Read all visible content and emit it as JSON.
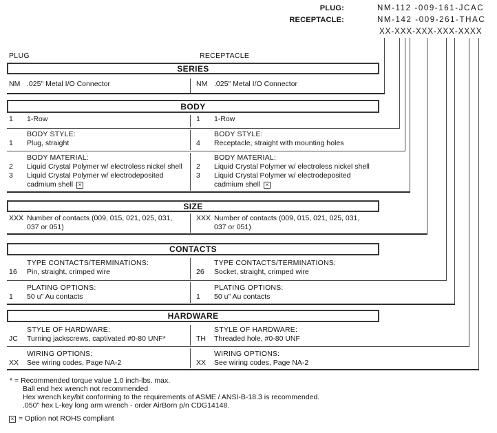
{
  "header": {
    "plug_label": "PLUG:",
    "plug_part_number": "NM-112 -009-161-JCAC",
    "receptacle_label": "RECEPTACLE:",
    "receptacle_part_number": "NM-142 -009-261-THAC",
    "code_mask": "XX-XXX-XXX-XXX-XXXX"
  },
  "columns": {
    "left_header": "PLUG",
    "right_header": "RECEPTACLE"
  },
  "sections": {
    "series": {
      "title": "SERIES",
      "plug": {
        "code": "NM",
        "desc": ".025\" Metal I/O Connector"
      },
      "receptacle": {
        "code": "NM",
        "desc": ".025\" Metal I/O Connector"
      }
    },
    "body": {
      "title": "BODY",
      "row1": {
        "plug": {
          "code": "1",
          "desc": "1-Row"
        },
        "receptacle": {
          "code": "1",
          "desc": "1-Row"
        }
      },
      "style": {
        "label": "BODY STYLE:",
        "plug": {
          "code": "1",
          "desc": "Plug, straight"
        },
        "receptacle": {
          "code": "4",
          "desc": "Receptacle, straight with mounting holes"
        }
      },
      "material": {
        "label": "BODY MATERIAL:",
        "plug_options": [
          {
            "code": "2",
            "desc": "Liquid Crystal Polymer w/ electroless nickel shell"
          },
          {
            "code": "3",
            "desc_line1": "Liquid Crystal Polymer w/ electrodeposited",
            "desc_line2": "cadmium shell",
            "non_rohs": true
          }
        ],
        "receptacle_options": [
          {
            "code": "2",
            "desc": "Liquid Crystal Polymer w/ electroless nickel shell"
          },
          {
            "code": "3",
            "desc_line1": "Liquid Crystal Polymer w/ electrodeposited",
            "desc_line2": "cadmium shell",
            "non_rohs": true
          }
        ]
      }
    },
    "size": {
      "title": "SIZE",
      "plug": {
        "code": "XXX",
        "desc_line1": "Number of contacts (009, 015, 021, 025, 031,",
        "desc_line2": "037 or 051)"
      },
      "receptacle": {
        "code": "XXX",
        "desc_line1": "Number of contacts (009, 015, 021, 025, 031,",
        "desc_line2": "037 or 051)"
      }
    },
    "contacts": {
      "title": "CONTACTS",
      "type": {
        "label": "TYPE CONTACTS/TERMINATIONS:",
        "plug": {
          "code": "16",
          "desc": "Pin, straight, crimped wire"
        },
        "receptacle": {
          "code": "26",
          "desc": "Socket, straight, crimped wire"
        }
      },
      "plating": {
        "label": "PLATING OPTIONS:",
        "plug": {
          "code": "1",
          "desc": "50 u\" Au contacts"
        },
        "receptacle": {
          "code": "1",
          "desc": "50 u\" Au contacts"
        }
      }
    },
    "hardware": {
      "title": "HARDWARE",
      "style": {
        "label": "STYLE OF HARDWARE:",
        "plug": {
          "code": "JC",
          "desc": "Turning jackscrews, captivated #0-80 UNF*"
        },
        "receptacle": {
          "code": "TH",
          "desc": "Threaded hole, #0-80 UNF"
        }
      },
      "wiring": {
        "label": "WIRING OPTIONS:",
        "plug": {
          "code": "XX",
          "desc": "See wiring codes, Page NA-2"
        },
        "receptacle": {
          "code": "XX",
          "desc": "See wiring codes, Page NA-2"
        }
      }
    }
  },
  "footnotes": {
    "asterisk_prefix": "* =",
    "torque": "Recommended torque value 1.0 inch-lbs. max.",
    "ball_end": "Ball end hex wrench not recommended",
    "hex_wrench": "Hex wrench key/bit conforming to the requirements of ASME / ANSI-B-18.3 is recommended.",
    "l_key": ".050\" hex L-key long arm wrench - order AirBorn p/n CDG14148.",
    "rohs_equals": "= Option not ROHS compliant"
  },
  "icons": {
    "non_rohs": "boxed-x"
  },
  "colors": {
    "line": "#4a4a4a",
    "line_thick": "#2c2c2c",
    "text": "#141414"
  }
}
